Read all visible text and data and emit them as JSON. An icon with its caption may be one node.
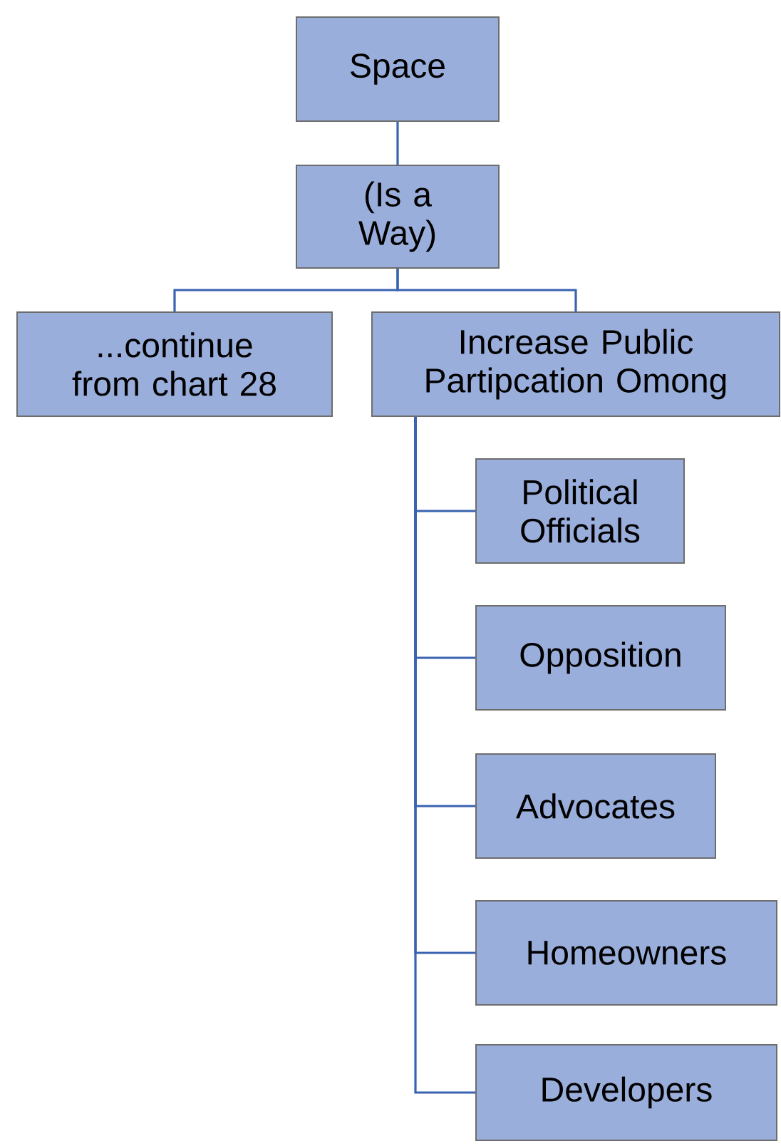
{
  "diagram": {
    "nodes": [
      {
        "text": [
          "Space"
        ]
      },
      {
        "text": [
          "(Is a Way)"
        ]
      },
      {
        "text": [
          "...continue from chart 28"
        ]
      },
      {
        "text": [
          "Increase Public Partipcation Omong"
        ]
      },
      {
        "text": [
          "Political Officials"
        ]
      },
      {
        "text": [
          "Opposition"
        ]
      },
      {
        "text": [
          "Advocates"
        ]
      },
      {
        "text": [
          "Homeowners"
        ]
      },
      {
        "text": [
          "Developers"
        ]
      }
    ],
    "edges": [
      {
        "from": 0,
        "to": 1,
        "arrow": "none"
      },
      {
        "from": 1,
        "to": 2,
        "arrow": "none"
      },
      {
        "from": 1,
        "to": 3,
        "arrow": "none"
      },
      {
        "from": 3,
        "to": 4,
        "arrow": "none"
      },
      {
        "from": 3,
        "to": 5,
        "arrow": "none"
      },
      {
        "from": 3,
        "to": 6,
        "arrow": "none"
      },
      {
        "from": 3,
        "to": 7,
        "arrow": "none"
      },
      {
        "from": 3,
        "to": 8,
        "arrow": "none"
      }
    ]
  }
}
